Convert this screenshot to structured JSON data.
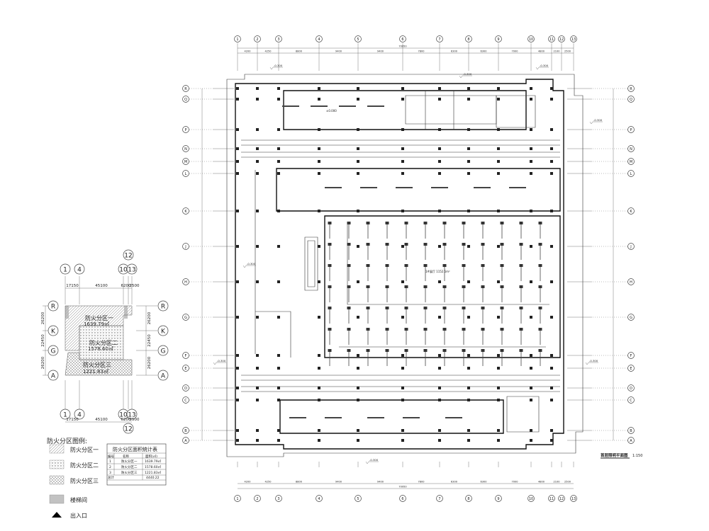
{
  "drawing": {
    "title": "首层照明平面图",
    "scale": "1:150",
    "grid_columns": [
      "1",
      "2",
      "3",
      "4",
      "5",
      "6",
      "7",
      "8",
      "9",
      "10",
      "11",
      "12",
      "13"
    ],
    "grid_rows": [
      "R",
      "Q",
      "P",
      "N",
      "M",
      "L",
      "K",
      "J",
      "H",
      "G",
      "F",
      "E",
      "D",
      "C",
      "B",
      "A"
    ],
    "column_dims": [
      "4200",
      "4250",
      "8800",
      "9400",
      "9400",
      "7800",
      "6300",
      "6300",
      "7000",
      "4800",
      "2100",
      "2500"
    ],
    "total_dim": "70950",
    "level_marks": [
      "-0.300",
      "-0.300",
      "-0.300",
      "-0.300",
      "-0.300",
      "-0.300",
      "-0.300",
      "-0.300"
    ],
    "hall_area_label": "1#展厅 1152.5m²",
    "room_level": "±0.000"
  },
  "key_plan": {
    "cols": [
      "1",
      "4",
      "10",
      "12",
      "13"
    ],
    "rows": [
      "R",
      "K",
      "G",
      "A"
    ],
    "col_dims": [
      "17150",
      "45100",
      "6200",
      "2500"
    ],
    "row_dims": [
      "26200",
      "22450",
      "26200"
    ],
    "zones": [
      {
        "name": "防火分区一",
        "area": "1639.79㎡"
      },
      {
        "name": "防火分区二",
        "area": "1578.60㎡"
      },
      {
        "name": "防火分区三",
        "area": "1221.83㎡"
      }
    ]
  },
  "legend": {
    "title": "防火分区图例:",
    "items": [
      {
        "label": "防火分区一",
        "pattern": "diag"
      },
      {
        "label": "防火分区二",
        "pattern": "dots"
      },
      {
        "label": "防火分区三",
        "pattern": "cross"
      },
      {
        "label": "楼梯间",
        "pattern": "dense"
      },
      {
        "label": "出入口",
        "pattern": "triangle"
      }
    ]
  },
  "area_table": {
    "title": "防火分区面积统计表",
    "headers": [
      "编号",
      "名称",
      "面积(㎡)"
    ],
    "rows": [
      [
        "1",
        "防火分区一",
        "1639.79㎡"
      ],
      [
        "2",
        "防火分区二",
        "1578.60㎡"
      ],
      [
        "3",
        "防火分区三",
        "1221.83㎡"
      ]
    ],
    "total_label": "总计",
    "total_value": "4440.22"
  }
}
